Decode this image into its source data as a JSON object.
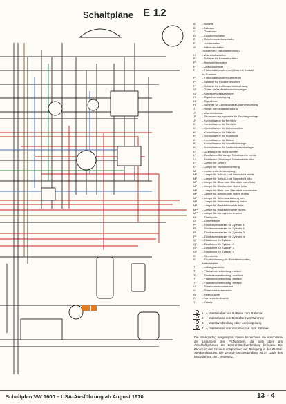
{
  "header": {
    "title": "Schaltpläne",
    "code_letter": "E",
    "code_number": "1.2"
  },
  "legend": [
    {
      "key": "A",
      "text": "– Batterie"
    },
    {
      "key": "B",
      "text": "– Anlasser"
    },
    {
      "key": "C",
      "text": "– Generator"
    },
    {
      "key": "D",
      "text": "– Zündlichtschalter"
    },
    {
      "key": "E",
      "text": "– Scheibenwischerschalter"
    },
    {
      "key": "F",
      "text": "– Lichtschalter"
    },
    {
      "key": "G",
      "text": "– Abblendschalter"
    },
    {
      "key": "",
      "text": "(Schalter für Handabblendung)"
    },
    {
      "key": "H",
      "text": "– Warnblinkschalter"
    },
    {
      "key": "F¹",
      "text": "– Schalter für Bremsleuchten"
    },
    {
      "key": "F²",
      "text": "– Bremslichtschalter"
    },
    {
      "key": "F³",
      "text": "– Öldruckschalter"
    },
    {
      "key": "F⁴",
      "text": "– Türkontaktschalter vorn links mit Kontakt"
    },
    {
      "key": "",
      "text": "für Summer"
    },
    {
      "key": "F⁵",
      "text": "– Türkontaktschalter vorn rechts"
    },
    {
      "key": "F⁶",
      "text": "– Schalter für Rückfahrleuchten"
    },
    {
      "key": "F⁷",
      "text": "– Schalter für Kofferraumbeleuchtung"
    },
    {
      "key": "G¹",
      "text": "– Geber für Kraftstoffvorratsanzeiger"
    },
    {
      "key": "G²",
      "text": "– Kraftstoffvorratsanzeiger"
    },
    {
      "key": "H¹",
      "text": "– Signalhornbetätigung"
    },
    {
      "key": "H²",
      "text": "– Signalhorn"
    },
    {
      "key": "H³",
      "text": "– Summer für Zündschlüssel-Warneinrichtung"
    },
    {
      "key": "J",
      "text": "– Relais für Handabblendung"
    },
    {
      "key": "J²",
      "text": "– Warnblinkrelais"
    },
    {
      "key": "J³",
      "text": "– Stromversorgungsrelais für Empfangsanlage"
    },
    {
      "key": "J⁴",
      "text": "– Kontrolllampe für Fernlicht"
    },
    {
      "key": "K",
      "text": "– Kontrolllampe für Fernlicht"
    },
    {
      "key": "K¹",
      "text": "– Kontrolllampe für Lichtmaschine"
    },
    {
      "key": "K²",
      "text": "– Kontrolllampe für Öldruck"
    },
    {
      "key": "K³",
      "text": "– Kontrolllampe für Standlicht"
    },
    {
      "key": "K⁴",
      "text": "– Kontrolllampe für Blinker"
    },
    {
      "key": "K⁵",
      "text": "– Kontrolllampe für Warnblinkanlage"
    },
    {
      "key": "K⁶",
      "text": "– Kontrolllampe für Zweikreisbremsanlage"
    },
    {
      "key": "L¹",
      "text": "– Glühlampe für Scheinwerfer"
    },
    {
      "key": "L²",
      "text": "– Zweifaden-Glühlampe Scheinwerfer rechts"
    },
    {
      "key": "L³",
      "text": "– Zweifaden-Glühlampe Scheinwerfer links"
    },
    {
      "key": "L⁴",
      "text": "– Lampe für Zeituhr"
    },
    {
      "key": "L⁵",
      "text": "– Lampe für Tachobeleuchtung"
    },
    {
      "key": "M",
      "text": "– Instrumentenbeleuchtung"
    },
    {
      "key": "M¹",
      "text": "– Lampe für Schluß- und Bremslicht rechts"
    },
    {
      "key": "M²",
      "text": "– Lampe für Schluß- und Bremslicht links"
    },
    {
      "key": "M³",
      "text": "– Lampe für Blink- und Standlicht vorn links"
    },
    {
      "key": "M⁴",
      "text": "– Lampe für Blinkleuchte hinten links"
    },
    {
      "key": "M⁵",
      "text": "– Lampe für Blink- und Standlicht vorn rechts"
    },
    {
      "key": "M⁶",
      "text": "– Lampe für Blinkleuchte hinten rechts"
    },
    {
      "key": "M⁷",
      "text": "– Lampe für Seitenmarkierung vorn"
    },
    {
      "key": "M⁸",
      "text": "– Lampe für Seitenmarkierung hinten"
    },
    {
      "key": "M⁹",
      "text": "– Lampe für Rückfahrleuchte links"
    },
    {
      "key": "M¹⁰",
      "text": "– Lampe für Rückfahrleuchte rechts"
    },
    {
      "key": "M¹¹",
      "text": "– Lampe für Kennzeichenleuchte"
    },
    {
      "key": "N",
      "text": "– Zündspule"
    },
    {
      "key": "O",
      "text": "– Zündverteiler"
    },
    {
      "key": "P¹",
      "text": "– Zündkerzenstecker für Zylinder 1"
    },
    {
      "key": "P²",
      "text": "– Zündkerzenstecker für Zylinder 2"
    },
    {
      "key": "P³",
      "text": "– Zündkerzenstecker für Zylinder 3"
    },
    {
      "key": "P⁴",
      "text": "– Zündkerzenstecker für Zylinder 4"
    },
    {
      "key": "Q¹",
      "text": "– Zündkerze für Zylinder 1"
    },
    {
      "key": "Q²",
      "text": "– Zündkerze für Zylinder 2"
    },
    {
      "key": "Q³",
      "text": "– Zündkerze für Zylinder 3"
    },
    {
      "key": "Q⁴",
      "text": "– Zündkerze für Zylinder 4"
    },
    {
      "key": "R",
      "text": "– Stromkreis"
    },
    {
      "key": "S",
      "text": "– Einzelsicherung für Rückfahrleuchten,"
    },
    {
      "key": "",
      "text": "Batteriehalter"
    },
    {
      "key": "T",
      "text": "– Leitungsverteiler"
    },
    {
      "key": "T¹",
      "text": "– Flachsteckverbindung, einfach"
    },
    {
      "key": "T²",
      "text": "– Flachsteckverbindung, zweifach"
    },
    {
      "key": "T³",
      "text": "– Flachsteckverbindung, dreifach"
    },
    {
      "key": "T⁴",
      "text": "– Flachsteckverbindung, vierfach"
    },
    {
      "key": "U",
      "text": "– Scheibenwaschermotor"
    },
    {
      "key": "V",
      "text": "– Scheibenwischermotor"
    },
    {
      "key": "W",
      "text": "– Innenleuchte"
    },
    {
      "key": "X",
      "text": "– Kennzeichenleuchte"
    },
    {
      "key": "Y",
      "text": "– Zeituhr"
    }
  ],
  "masse": [
    {
      "key": "1",
      "text": "– Massekabel von Batterie zum Rahmen"
    },
    {
      "key": "2",
      "text": "– Masseband von Getriebe zum Rahmen"
    },
    {
      "key": "3",
      "text": "– Masseverbindung über Lenkkupplung"
    },
    {
      "key": "4",
      "text": "– Masseband von Vorderachse zum Rahmen"
    }
  ],
  "note": "Die strengfarbig ausgelegten Kreise bezeichnen die Anschlüsse der Leitungen des Prüfsteckers, die sich oben am Anschlußgehäuse der Zentral-Steckverbindung befinden. Die Zahlen in den Kreisen entsprechen der Belegung in der Zentral-Steckverbindung. Die Zentral-Steckverbindung ist im Laufe des Modelljahres 1971 eingesetzt.",
  "footer": {
    "title": "Schaltplan VW 1600 – USA-Ausführung ab August 1970",
    "page": "13 - 4"
  }
}
